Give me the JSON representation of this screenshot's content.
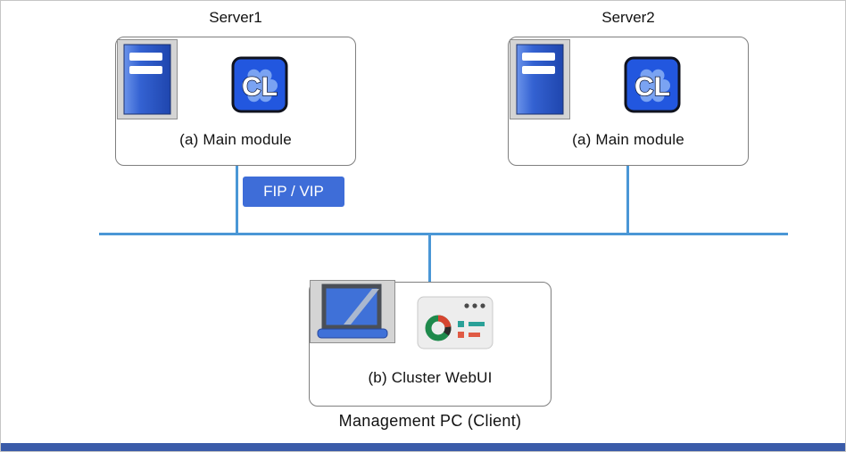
{
  "diagram": {
    "servers": [
      {
        "title": "Server1",
        "module_label": "(a) Main module"
      },
      {
        "title": "Server2",
        "module_label": "(a) Main module"
      }
    ],
    "fip_badge": "FIP / VIP",
    "client": {
      "module_label": "(b) Cluster WebUI",
      "caption": "Management  PC (Client)"
    },
    "icons": {
      "server": "server-tower-icon",
      "cl_app": "cl-app-icon",
      "laptop": "laptop-icon",
      "webui": "webui-browser-icon"
    },
    "colors": {
      "network_line": "#4a97d6",
      "badge_blue": "#3e6dd8",
      "icon_blue": "#2e62d9",
      "footer_blue": "#3a5ba9",
      "box_border": "#7f7f7f"
    }
  }
}
